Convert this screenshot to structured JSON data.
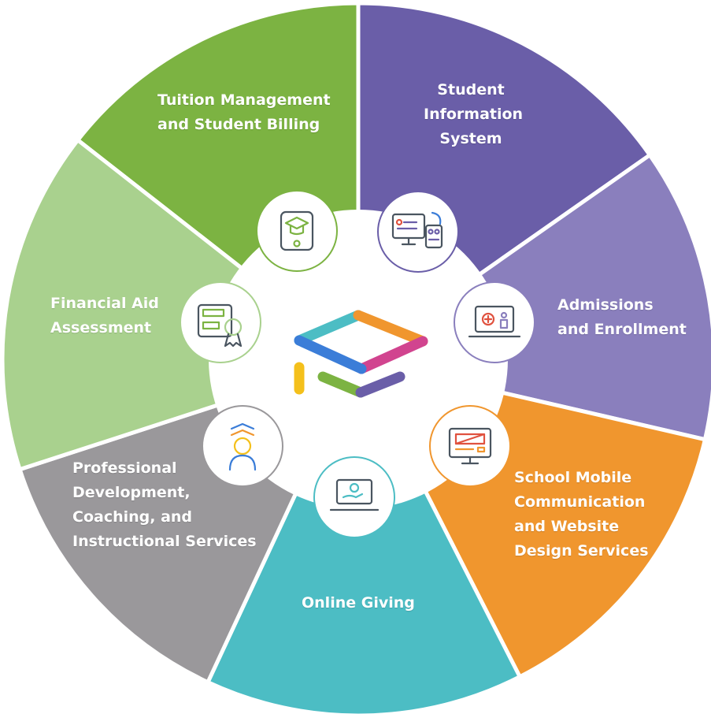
{
  "colors": {
    "tuition": "#7cb342",
    "sis": "#6a5ea8",
    "admissions": "#8a7fbd",
    "website": "#f0962e",
    "giving": "#4cbdc4",
    "professional": "#9a989b",
    "financial_aid": "#a9d18e",
    "hub_border": "#ffffff",
    "icon_ring": "#dfe3e5"
  },
  "segments": [
    {
      "id": "tuition",
      "icon": "graduation-tablet-dollar-icon",
      "lines": [
        "Tuition Management",
        "and Student Billing"
      ]
    },
    {
      "id": "sis",
      "icon": "monitor-document-sync-icon",
      "lines": [
        "Student",
        "Information",
        "System"
      ]
    },
    {
      "id": "admissions",
      "icon": "laptop-enrollment-icon",
      "lines": [
        "Admissions",
        "and Enrollment"
      ]
    },
    {
      "id": "website",
      "icon": "monitor-website-icon",
      "lines": [
        "School Mobile",
        "Communication",
        "and Website",
        "Design Services"
      ]
    },
    {
      "id": "giving",
      "icon": "laptop-hand-coin-icon",
      "lines": [
        "Online Giving"
      ]
    },
    {
      "id": "professional",
      "icon": "person-growth-icon",
      "lines": [
        "Professional",
        "Development,",
        "Coaching, and",
        "Instructional Services"
      ]
    },
    {
      "id": "financial_aid",
      "icon": "certificate-award-icon",
      "lines": [
        "Financial Aid",
        "Assessment"
      ]
    }
  ],
  "center_logo": "graduation-cap-logo-icon"
}
